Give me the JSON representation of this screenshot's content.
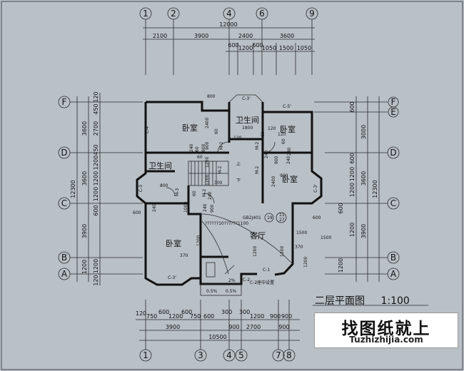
{
  "drawing": {
    "title": "二层平面图",
    "scale": "1:100"
  },
  "axes_top": [
    "1",
    "2",
    "4",
    "6",
    "9"
  ],
  "axes_bottom": [
    "1",
    "3",
    "4",
    "5",
    "7",
    "8"
  ],
  "axes_left": [
    "F",
    "D",
    "C",
    "B",
    "A"
  ],
  "axes_right": [
    "F",
    "E",
    "D",
    "C",
    "B",
    "A"
  ],
  "dims_top": {
    "total": "12000",
    "row2": [
      "2100",
      "3900",
      "2400",
      "3600"
    ],
    "row3": [
      "600",
      "1200",
      "600",
      "1050",
      "1500",
      "1050"
    ]
  },
  "dims_bottom": {
    "total": "10500",
    "row2": [
      "3900",
      "2700",
      "900",
      "900"
    ],
    "row3": [
      "120",
      "750",
      "600",
      "1200",
      "600",
      "750",
      "600",
      "300",
      "300",
      "1200",
      "900",
      "900"
    ]
  },
  "dims_left": {
    "total": "12300",
    "row2": [
      "3600",
      "3600",
      "3900",
      "1200"
    ],
    "row3": [
      "120",
      "450",
      "2700",
      "450",
      "1200",
      "1200",
      "1200",
      "600",
      "1200",
      "120"
    ]
  },
  "dims_right": {
    "total": "12300",
    "row2": [
      "3000",
      "3600",
      "3900"
    ],
    "row3": [
      "600",
      "600",
      "1200",
      "1200",
      "1200",
      "600",
      "1200"
    ]
  },
  "rooms": {
    "bed1": "卧室",
    "bath_top": "卫生间",
    "bed2": "卧室",
    "bath_left": "卫生间",
    "bed3": "卧室",
    "bed4": "卧室",
    "living": "客厅"
  },
  "windows": [
    "C-4",
    "C-3'",
    "C-5'",
    "C-3",
    "C-3'",
    "C-3'",
    "C-1",
    "C-2"
  ],
  "doors": [
    "M-2",
    "M-2",
    "M-2",
    "M-2",
    "M-3",
    "M-2"
  ],
  "notes": {
    "arrow_up": "上",
    "arrow_down": "下",
    "slope1": "2%",
    "slope2": "0.5%",
    "slope3": "0.5%",
    "bay_note": "C-2座中设置",
    "seq": "??????10??????1100",
    "ref": "GB2J401",
    "n1": "19",
    "n2": "11",
    "n3": "27"
  },
  "inner_dims": [
    "800",
    "2400",
    "60",
    "900",
    "120",
    "1800",
    "60",
    "120",
    "1200",
    "1200",
    "800",
    "900",
    "2400",
    "240",
    "60",
    "60",
    "240",
    "900",
    "60",
    "240",
    "1000",
    "600",
    "240",
    "1500",
    "1200",
    "370",
    "370",
    "1200",
    "300",
    "240",
    "900",
    "240",
    "900",
    "120",
    "60",
    "240",
    "1200",
    "1500",
    "1200",
    "600"
  ],
  "watermark": {
    "cn": "找图纸就上",
    "en": "Tuzhizhijia.com"
  }
}
